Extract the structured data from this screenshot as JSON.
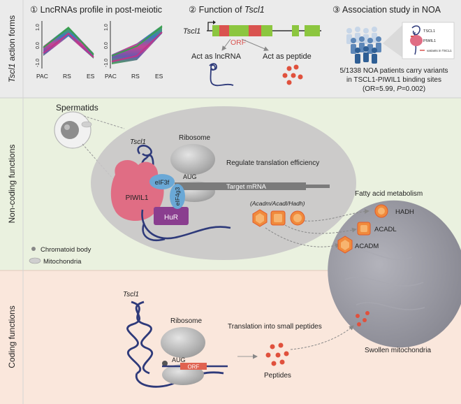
{
  "bands": {
    "top": {
      "label_italic": "Tscl1",
      "label_rest": " action forms",
      "color": "#ebebeb"
    },
    "noncoding": {
      "label": "Non-coding functions",
      "color": "#eaf1df"
    },
    "coding": {
      "label": "Coding functions",
      "color": "#fae7dc"
    }
  },
  "panel1": {
    "title": "① LncRNAs profile in post-meiotic",
    "y_top": "1.0",
    "y_mid": "0.0",
    "y_bot": "-1.0",
    "x_labels": [
      "PAC",
      "RS",
      "ES"
    ]
  },
  "panel2": {
    "title_prefix": "② Function of ",
    "title_italic": "Tscl1",
    "gene_label": "Tscl1",
    "orf_label": "ORF",
    "lnc_label": "Act as lncRNA",
    "pep_label": "Act as peptide"
  },
  "panel3": {
    "title": "③ Association study in NOA",
    "mini_top": "TSCL1",
    "mini_bottom": "PIWIL1",
    "legend": "variants in TSCL1",
    "line1": "5/1338 NOA patients carry variants",
    "line2": "in TSCL1-PIWIL1 binding sites",
    "line3_prefix": "(OR=5.99, ",
    "line3_italic": "P",
    "line3_suffix": "=0.002)"
  },
  "noncoding": {
    "spermatids": "Spermatids",
    "tscl1": "Tscl1",
    "ribosome": "Ribosome",
    "regulate": "Regulate translation efficiency",
    "aug": "AUG",
    "target_mrna": "Target mRNA",
    "piwil1": "PIWIL1",
    "eif3f": "eIF3f",
    "eif4g3": "eIF4g3",
    "hur": "HuR",
    "genes_paren": "(Acadm/Acadl/Hadh)",
    "fatty": "Fatty acid metabolism",
    "hadh": "HADH",
    "acadl": "ACADL",
    "acadm": "ACADM",
    "legend_chromatoid": "Chromatoid body",
    "legend_mito": "Mitochondria"
  },
  "coding": {
    "tscl1": "Tscl1",
    "ribosome": "Ribosome",
    "aug": "AUG",
    "orf": "ORF",
    "translation": "Translation into small peptides",
    "peptides": "Peptides",
    "swollen": "Swollen mitochondria"
  },
  "colors": {
    "navy": "#2e3a7a",
    "orf_red": "#d9534f",
    "exon_green": "#8cc63f",
    "peptide": "#e0513d",
    "piwil1": "#e06d84",
    "eif": "#6aa8d6",
    "hur": "#8a3e8f",
    "ribosome": "#bcbcbc",
    "mrna": "#7b7b7b",
    "mito": "#9c9ca4",
    "enzyme": "#f08a3c"
  }
}
